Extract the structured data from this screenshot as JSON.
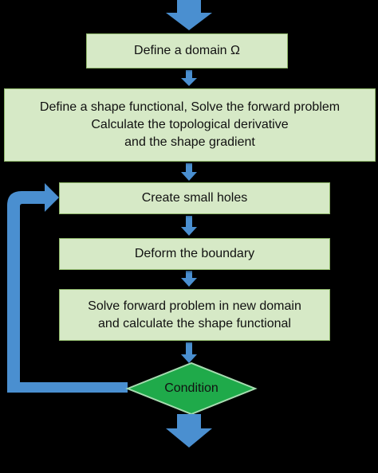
{
  "colors": {
    "background": "#000000",
    "box_fill": "#d6e9c6",
    "box_border": "#8fb86a",
    "arrow_blue": "#4a8fd0",
    "decision_fill": "#1faa4a",
    "decision_border": "#a6dcb0"
  },
  "steps": {
    "define_domain": "Define a domain Ω",
    "shape_functional": {
      "line1": "Define a shape functional, Solve the forward problem",
      "line2": "Calculate the topological derivative",
      "line3": "and the shape gradient"
    },
    "create_holes": "Create small holes",
    "deform_boundary": "Deform the boundary",
    "solve_new_domain": {
      "line1": "Solve forward problem in new domain",
      "line2": "and calculate the shape functional"
    }
  },
  "decision": {
    "label": "Condition"
  }
}
